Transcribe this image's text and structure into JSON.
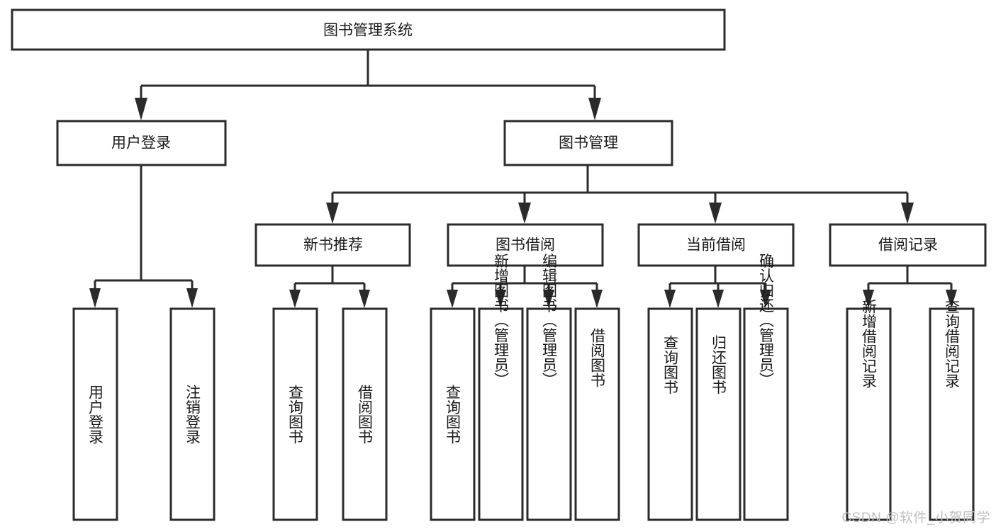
{
  "diagram": {
    "type": "tree",
    "title": "图书管理系统",
    "watermark": "CSDN @软件_小贺同学",
    "colors": {
      "box_stroke": "#2b2b2b",
      "box_fill": "#ffffff",
      "connector": "#2b2b2b",
      "text": "#1a1a1a",
      "watermark": "#bfbfbf",
      "background": "#ffffff"
    },
    "nodes": {
      "root": {
        "label": "图书管理系统"
      },
      "level2": [
        {
          "label": "用户登录"
        },
        {
          "label": "图书管理"
        }
      ],
      "level3": [
        {
          "label": "新书推荐"
        },
        {
          "label": "图书借阅"
        },
        {
          "label": "当前借阅"
        },
        {
          "label": "借阅记录"
        }
      ],
      "leaves": {
        "user_login": [
          {
            "label": "用户登录"
          },
          {
            "label": "注销登录"
          }
        ],
        "new_book_recommend": [
          {
            "label": "查询图书"
          },
          {
            "label": "借阅图书"
          }
        ],
        "book_borrow": [
          {
            "label": "查询图书"
          },
          {
            "label": "新增图书（管理员）"
          },
          {
            "label": "编辑图书（管理员）"
          },
          {
            "label": "借阅图书"
          }
        ],
        "current_borrow": [
          {
            "label": "查询图书"
          },
          {
            "label": "归还图书"
          },
          {
            "label": "确认归还（管理员）"
          }
        ],
        "borrow_record": [
          {
            "label": "新增借阅记录"
          },
          {
            "label": "查询借阅记录"
          }
        ]
      }
    }
  }
}
